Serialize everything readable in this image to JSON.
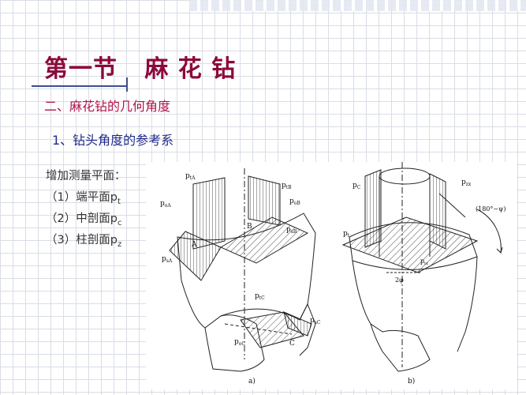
{
  "slide": {
    "title": "第一节   麻 花 钻",
    "subtitle": "二、麻花钻的几何角度",
    "section": "1、钻头角度的参考系",
    "notes_heading": "增加测量平面：",
    "planes": [
      {
        "prefix": "（1）端平面",
        "symbol": "p",
        "sub": "t"
      },
      {
        "prefix": "（2）中剖面",
        "symbol": "p",
        "sub": "c"
      },
      {
        "prefix": "（3）柱剖面",
        "symbol": "p",
        "sub": "z"
      }
    ]
  },
  "figure_a": {
    "caption": "a)",
    "labels": {
      "ptA": "p",
      "ptA_sub": "tA",
      "poA": "p",
      "poA_sub": "oA",
      "psA": "p",
      "psA_sub": "sA",
      "ptB": "p",
      "ptB_sub": "tB",
      "poB": "p",
      "poB_sub": "oB",
      "psB": "p",
      "psB_sub": "sB",
      "ptC": "p",
      "ptC_sub": "tC",
      "psC": "p",
      "psC_sub": "sC",
      "poC": "p",
      "poC_sub": "oC",
      "A": "A",
      "B": "B",
      "C": "C"
    }
  },
  "figure_b": {
    "caption": "b)",
    "labels": {
      "pC": "p",
      "pC_sub": "C",
      "pzx": "p",
      "pzx_sub": "zx",
      "pt": "p",
      "pt_sub": "t",
      "angle": "(180°−ψ)",
      "two_phi": "2φ",
      "ptx": "p",
      "ptx_sub": "tx"
    }
  }
}
